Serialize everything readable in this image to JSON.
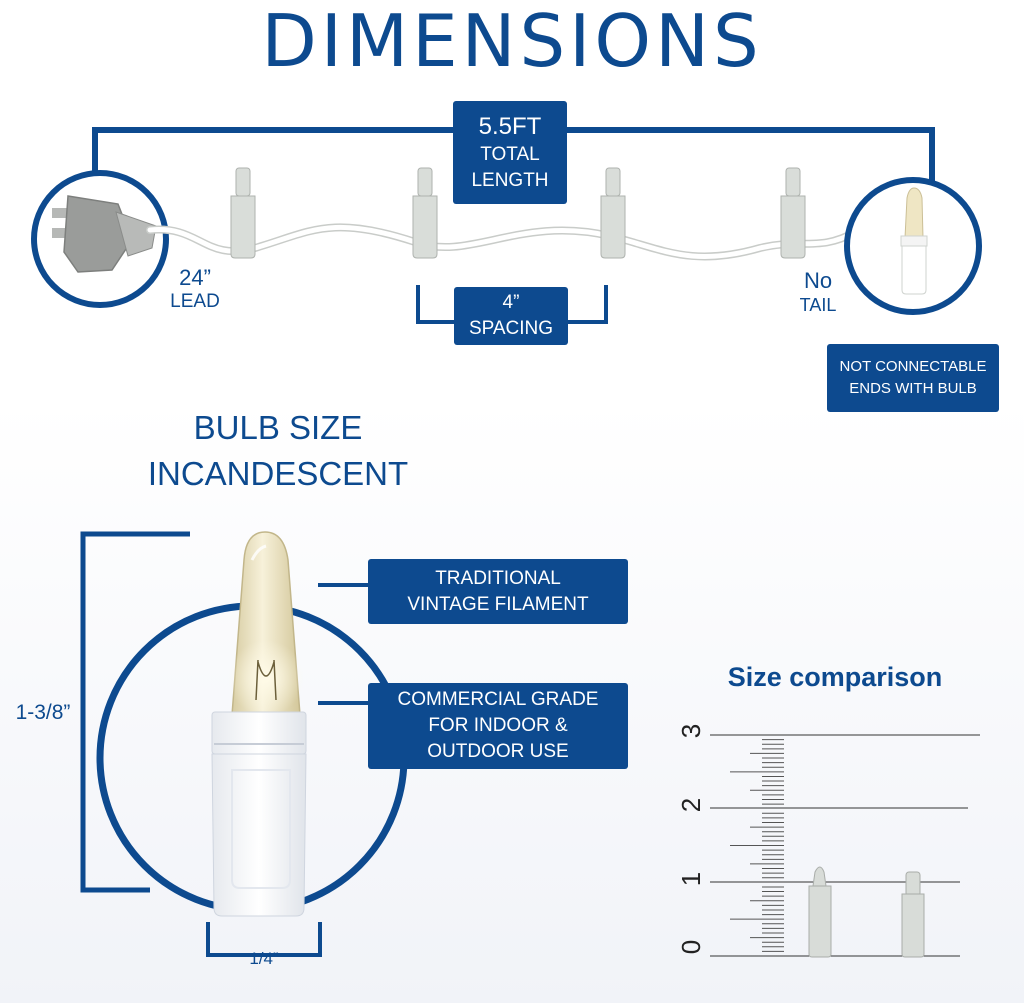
{
  "title": "DIMENSIONS",
  "total_length": {
    "value": "5.5FT",
    "line1": "TOTAL",
    "line2": "LENGTH"
  },
  "lead": {
    "value": "24”",
    "label": "LEAD"
  },
  "spacing": {
    "value": "4”",
    "label": "SPACING"
  },
  "tail": {
    "value": "No",
    "label": "TAIL"
  },
  "end_note": {
    "line1": "NOT CONNECTABLE",
    "line2": "ENDS WITH BULB"
  },
  "bulb_heading": {
    "line1": "BULB SIZE",
    "line2": "INCANDESCENT"
  },
  "bulb_height": "1-3/8”",
  "bulb_width": "1/4”",
  "callout_filament": {
    "line1": "TRADITIONAL",
    "line2": "VINTAGE FILAMENT"
  },
  "callout_grade": {
    "line1": "COMMERCIAL GRADE",
    "line2": "FOR INDOOR &",
    "line3": "OUTDOOR USE"
  },
  "comparison": {
    "title": "Size comparison",
    "ticks": [
      "0",
      "1",
      "2",
      "3"
    ]
  },
  "colors": {
    "brand": "#0d4a8f",
    "wire": "#ffffff",
    "bulb_glass": "#efe6c4",
    "socket": "#d8dcd8"
  }
}
